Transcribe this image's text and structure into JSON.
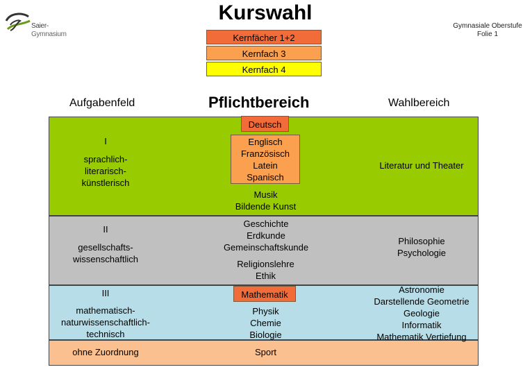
{
  "logo": {
    "line1": "Saier-",
    "line2": "Gymnasium"
  },
  "title": "Kurswahl",
  "top_right": {
    "line1": "Gymnasiale Oberstufe",
    "line2": "Folie 1"
  },
  "legend": [
    "Kernfächer 1+2",
    "Kernfach 3",
    "Kernfach 4"
  ],
  "headers": {
    "col1": "Aufgabenfeld",
    "col2": "Pflichtbereich",
    "col3": "Wahlbereich"
  },
  "colors": {
    "feld1": "#99cc00",
    "feld2": "#c0c0c0",
    "feld3": "#b7dde8",
    "ohne": "#fac090",
    "kern12": "#f26c3a",
    "kern3": "#fba04e",
    "kern4": "#ffff00"
  },
  "rows": {
    "feld1": {
      "numeral": "I",
      "name": [
        "sprachlich-",
        "literarisch-",
        "künstlerisch"
      ],
      "deutsch": "Deutsch",
      "sprachen": [
        "Englisch",
        "Französisch",
        "Latein",
        "Spanisch"
      ],
      "kunst": [
        "Musik",
        "Bildende Kunst"
      ],
      "wahl": "Literatur und Theater"
    },
    "feld2": {
      "numeral": "II",
      "name": [
        "gesellschafts-",
        "wissenschaftlich"
      ],
      "pflicht": [
        "Geschichte",
        "Erdkunde",
        "Gemeinschaftskunde"
      ],
      "religion": [
        "Religionslehre",
        "Ethik"
      ],
      "wahl": [
        "Philosophie",
        "Psychologie"
      ]
    },
    "feld3": {
      "numeral": "III",
      "name": [
        "mathematisch-",
        "naturwissenschaftlich-",
        "technisch"
      ],
      "mathe": "Mathematik",
      "natur": [
        "Physik",
        "Chemie",
        "Biologie"
      ],
      "wahl": [
        "Astronomie",
        "Darstellende Geometrie",
        "Geologie",
        "Informatik",
        "Mathematik Vertiefung"
      ]
    },
    "ohne": {
      "name": "ohne Zuordnung",
      "pflicht": "Sport"
    }
  }
}
